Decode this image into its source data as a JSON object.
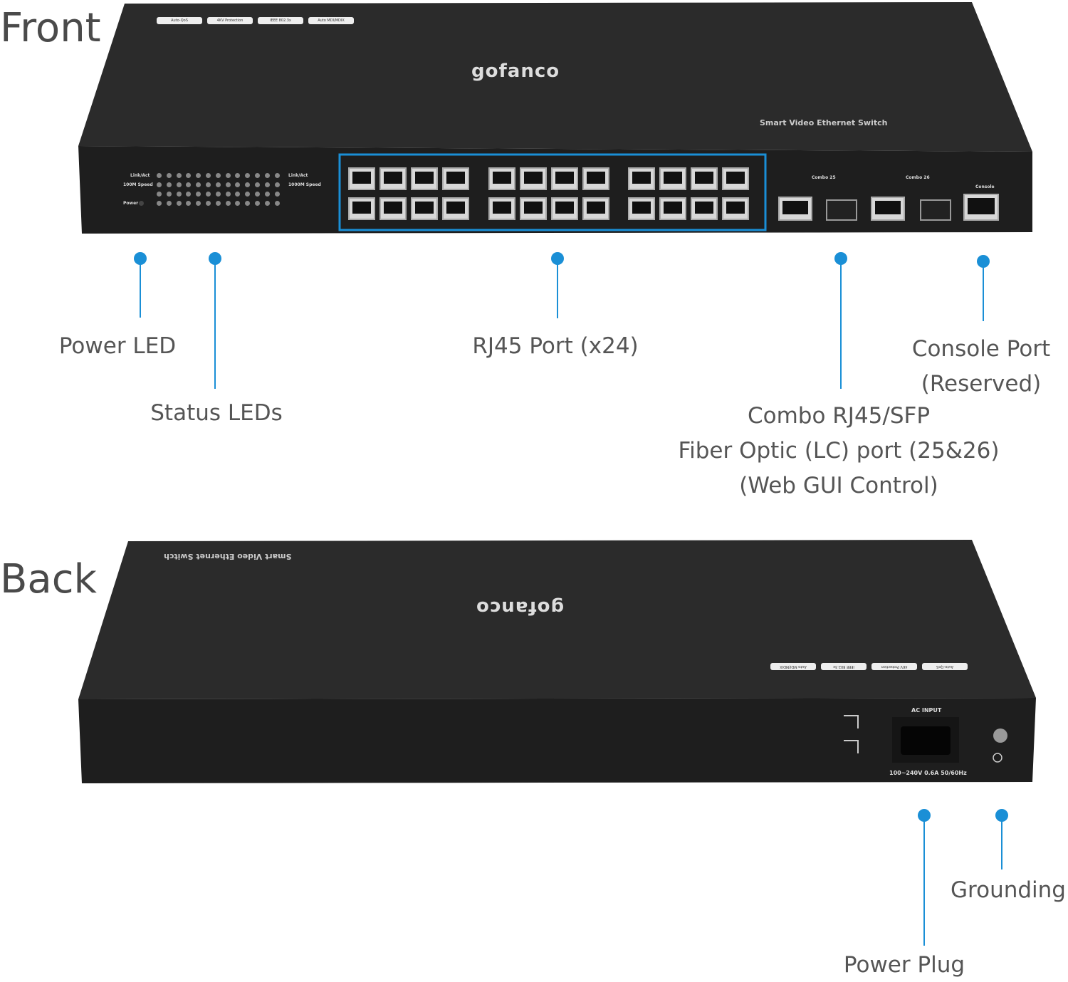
{
  "sections": {
    "front": "Front",
    "back": "Back"
  },
  "brand": "gofanco",
  "product_name": "Smart Video Ethernet Switch",
  "badges": [
    "Auto-QoS",
    "4KV Protection",
    "IEEE 802.3x",
    "Auto MDI/MDIX"
  ],
  "front_panel": {
    "led_labels": {
      "link_act": "Link/Act",
      "speed_100m": "100M Speed",
      "power": "Power",
      "speed_1000m": "1000M Speed"
    },
    "combo_25": "Combo 25",
    "combo_26": "Combo 26",
    "console": "Console",
    "port_count": 24
  },
  "back_panel": {
    "ac_input": "AC INPUT",
    "rating": "100~240V 0.6A 50/60Hz"
  },
  "callouts": {
    "power_led": "Power LED",
    "status_leds": "Status LEDs",
    "rj45": "RJ45 Port (x24)",
    "console": [
      "Console Port",
      "(Reserved)"
    ],
    "combo": [
      "Combo RJ45/SFP",
      "Fiber Optic (LC) port (25&26)",
      "(Web GUI Control)"
    ],
    "grounding": "Grounding",
    "power_plug": "Power Plug"
  },
  "colors": {
    "accent": "#1a8fd6",
    "device": "#2a2a2a"
  }
}
